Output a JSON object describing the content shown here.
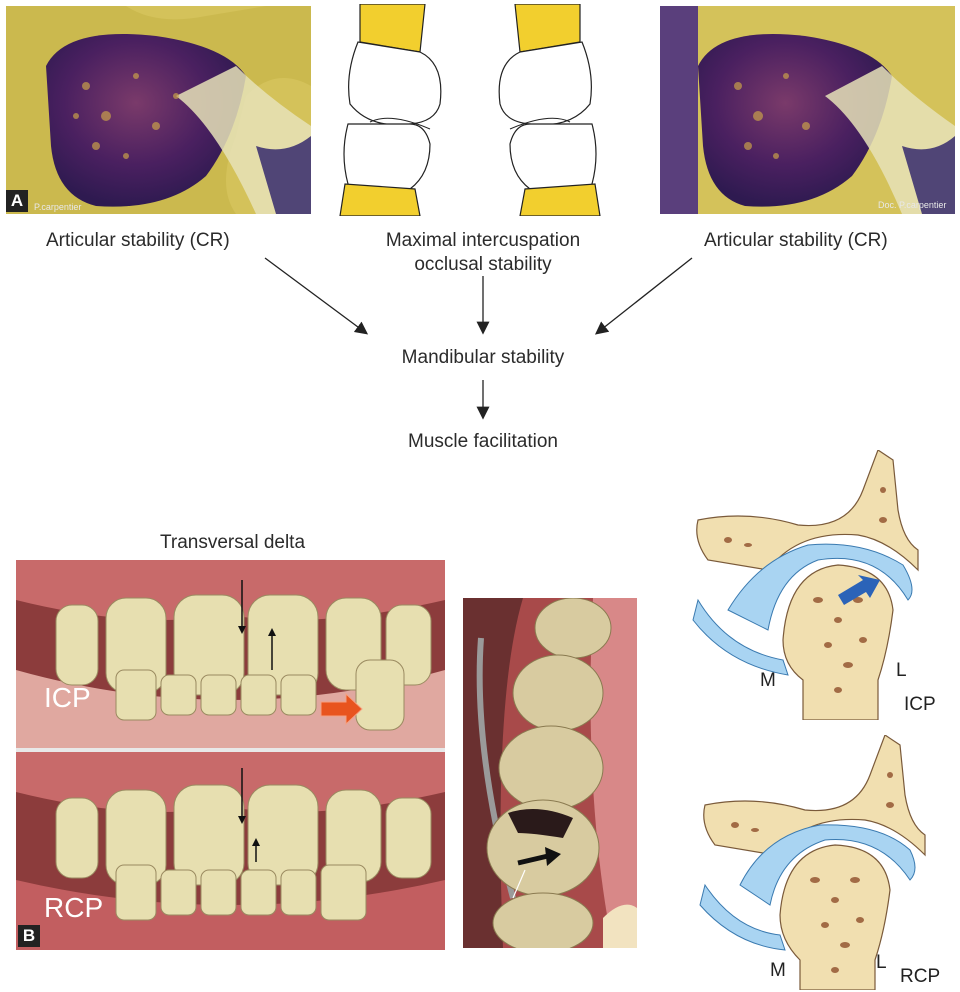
{
  "panel_a": {
    "badge": "A",
    "left_credit": "P.carpentier",
    "right_credit": "Doc. P.carpentier",
    "label_left": "Articular stability (CR)",
    "label_center_line1": "Maximal intercuspation",
    "label_center_line2": "occlusal stability",
    "label_right": "Articular stability (CR)",
    "node_mid": "Mandibular stability",
    "node_bottom": "Muscle facilitation"
  },
  "panel_b": {
    "badge": "B",
    "title": "Transversal delta",
    "photo_top_label": "ICP",
    "photo_bottom_label": "RCP",
    "joint_top": {
      "m": "M",
      "l": "L",
      "position": "ICP"
    },
    "joint_bottom": {
      "m": "M",
      "l": "L",
      "position": "RCP"
    }
  },
  "colors": {
    "histology_purple": "#4a2a6a",
    "histology_yellow": "#d8c860",
    "tooth_yellow": "#f2cf2e",
    "bone": "#f1dfb0",
    "trabecula": "#a26b45",
    "cartilage_blue": "#a9d4f2",
    "arrow_orange": "#e8541e",
    "arrow_blue": "#2b63b8",
    "gum_pink": "#c98181"
  }
}
